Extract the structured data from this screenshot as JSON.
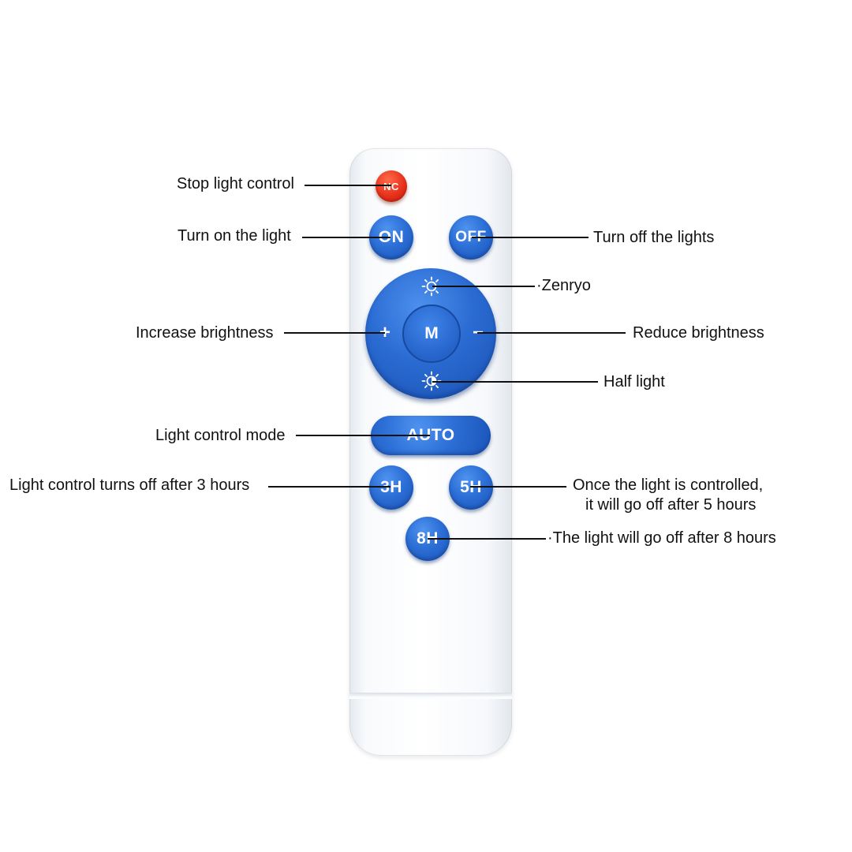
{
  "remote": {
    "buttons": {
      "nc": "NC",
      "on": "ON",
      "off": "OFF",
      "mode": "M",
      "plus": "+",
      "minus": "−",
      "auto": "AUTO",
      "h3": "3H",
      "h5": "5H",
      "h8": "8H"
    },
    "colors": {
      "button_blue": "#2c6fd6",
      "nc_red": "#e8321b",
      "body": "#ffffff"
    },
    "icons": {
      "top": "sun-icon",
      "bottom": "half-sun-icon"
    }
  },
  "callouts": {
    "stop_light_control": "Stop light control",
    "turn_on": "Turn on the light",
    "turn_off": "Turn off the lights",
    "zenryo": "·Zenryo",
    "increase": "Increase brightness",
    "reduce": "Reduce brightness",
    "half_light": "Half light",
    "mode": "Light control mode",
    "three_hours": "Light control turns off after 3 hours",
    "five_hours_1": "Once the light is controlled,",
    "five_hours_2": "it will go off after 5 hours",
    "eight_hours": "·The light will go off after 8 hours"
  }
}
